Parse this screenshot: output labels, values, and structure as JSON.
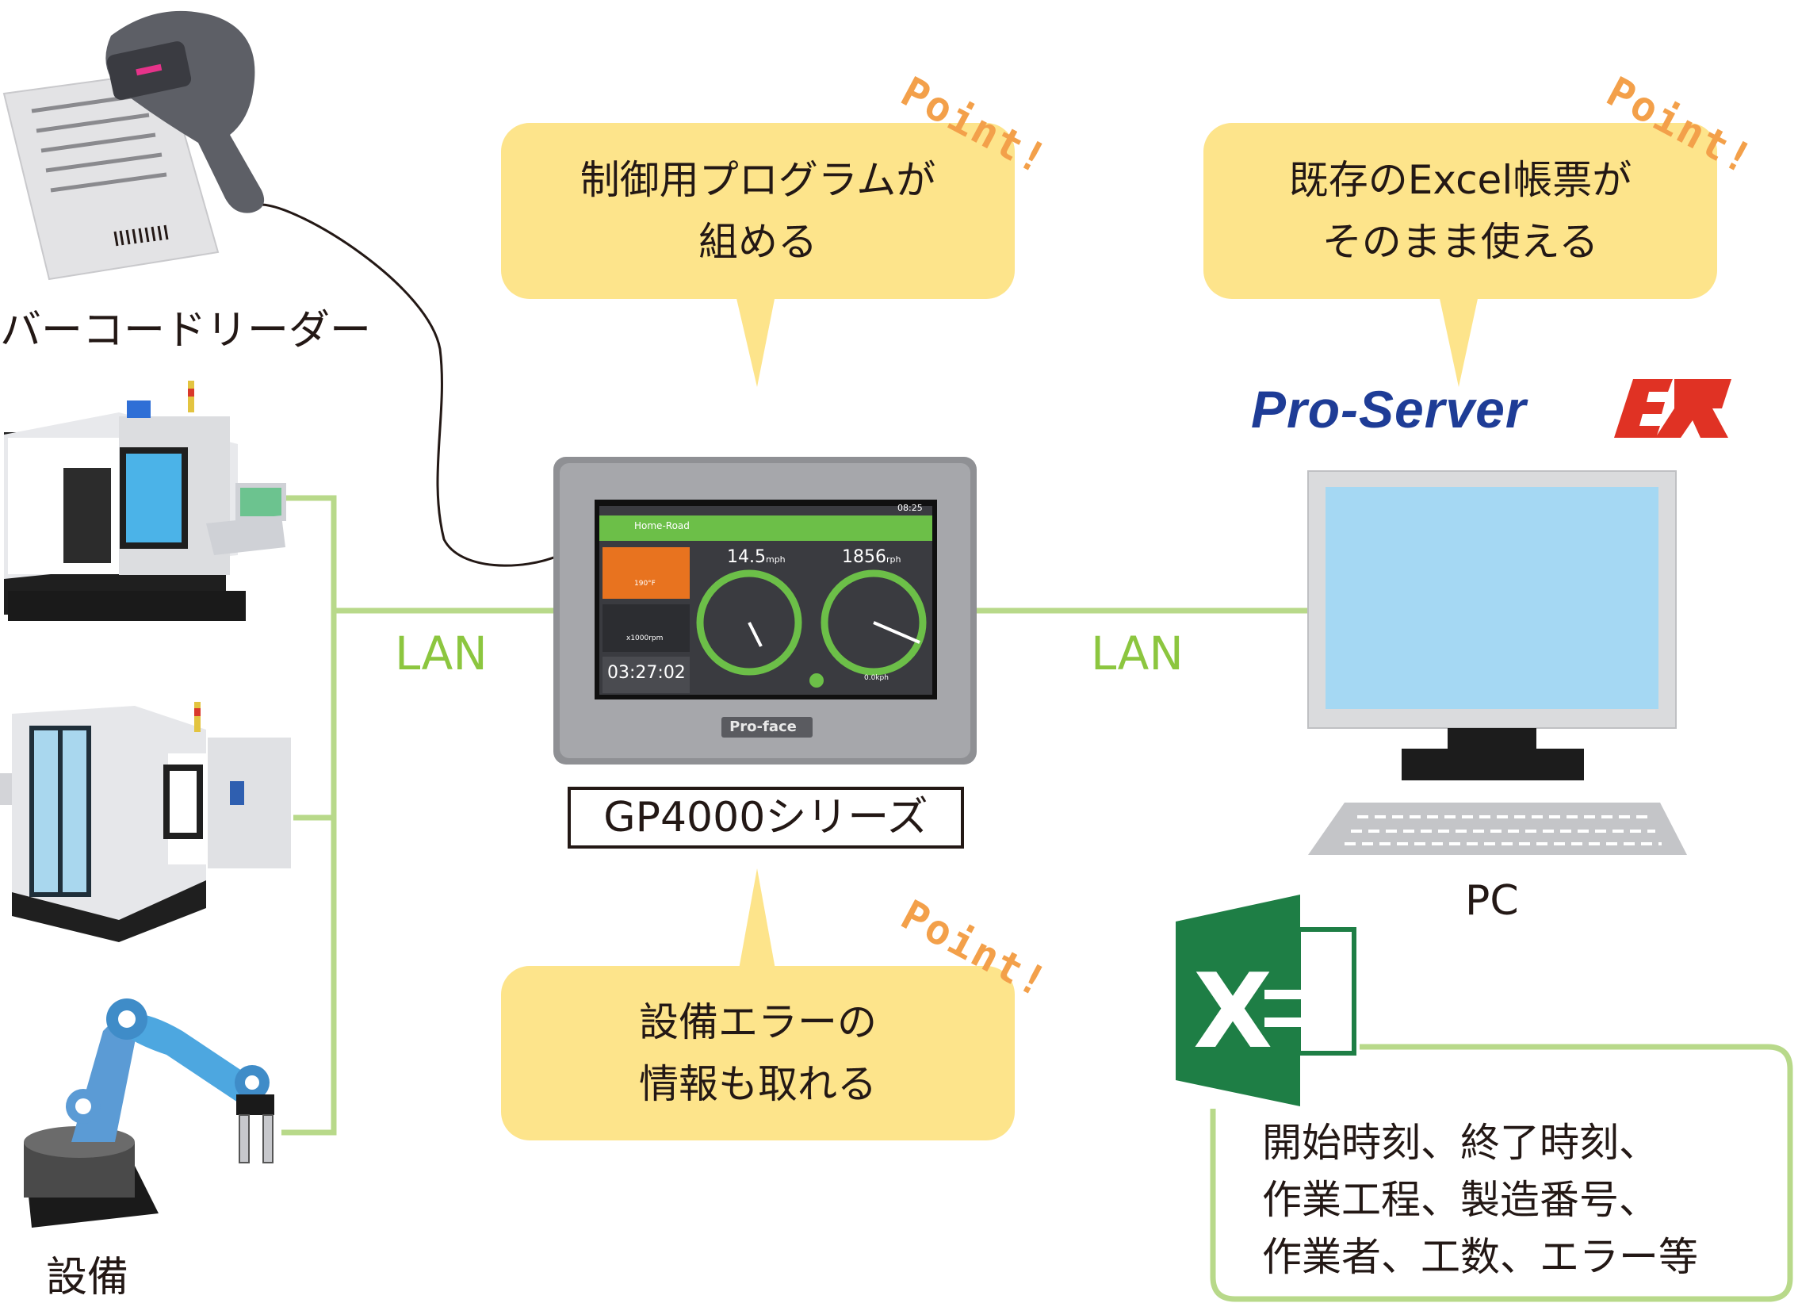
{
  "devices": {
    "barcode_reader_label": "バーコードリーダー",
    "equipment_label": "設備",
    "hmi_label": "GP4000シリーズ",
    "pc_label": "PC",
    "hmi_brand": "Pro-face",
    "server_logo_text": "Pro-Server",
    "server_logo_suffix": "EX"
  },
  "connections": {
    "lan_left": "LAN",
    "lan_right": "LAN"
  },
  "callouts": {
    "point_label": "Point!",
    "program": [
      "制御用プログラムが",
      "組める"
    ],
    "excel": [
      "既存のExcel帳票が",
      "そのまま使える"
    ],
    "error": [
      "設備エラーの",
      "情報も取れる"
    ]
  },
  "excel_info": [
    "開始時刻、終了時刻、",
    "作業工程、製造番号、",
    "作業者、工数、エラー等"
  ],
  "hmi_screen": {
    "title": "Home-Road",
    "clock": "08:25",
    "speed": "14.5",
    "speed_unit": "mph",
    "rpm": "1856",
    "rpm_unit": "rph",
    "temp": "190°F",
    "tach": "x1000rpm",
    "timer": "03:27:02",
    "btn_right": "0.0kph"
  },
  "colors": {
    "lan_line": "#b8d98a",
    "bubble_fill": "#fde48b",
    "point_text": "#f3a04a",
    "lan_text": "#8cc63f",
    "excel_green": "#1e7e45",
    "logo_blue": "#1e3c96",
    "logo_red": "#e03224",
    "monitor_screen": "#a5d8f3"
  }
}
